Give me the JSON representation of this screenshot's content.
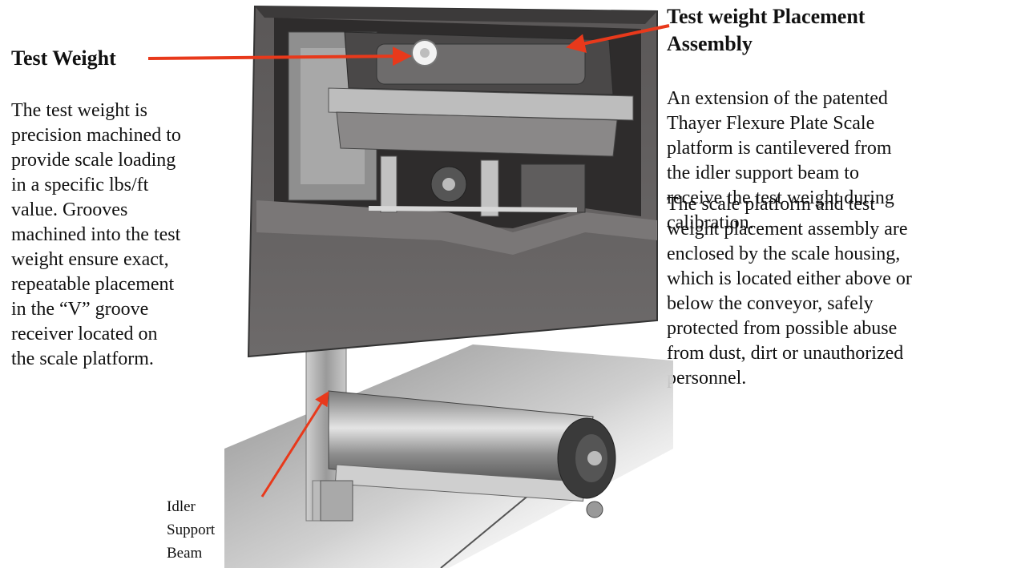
{
  "left": {
    "heading": "Test Weight",
    "body": "The test weight is\nprecision machined to\nprovide scale loading\nin a specific lbs/ft\nvalue. Grooves\nmachined into the test\nweight ensure exact,\nrepeatable placement\nin the “V” groove\nreceiver located on\nthe scale platform."
  },
  "right": {
    "heading": "Test weight Placement\nAssembly",
    "paragraph_1": "An extension of the patented\nThayer Flexure Plate Scale\nplatform is cantilevered from\nthe idler support beam to\nreceive the test weight during\ncalibration.",
    "paragraph_2": "The scale platform and test\nweight placement assembly are\nenclosed by the scale housing,\nwhich is located either above or\nbelow the conveyor, safely\nprotected from possible abuse\nfrom dust, dirt or unauthorized\npersonnel."
  },
  "callout": {
    "idler_label": "Idler\nSupport\nBeam"
  },
  "colors": {
    "arrow": "#e8391b",
    "housing_dark": "#4d4b4b",
    "housing_mid": "#6b6868",
    "steel": "#9c9c9c",
    "background": "#ffffff"
  }
}
